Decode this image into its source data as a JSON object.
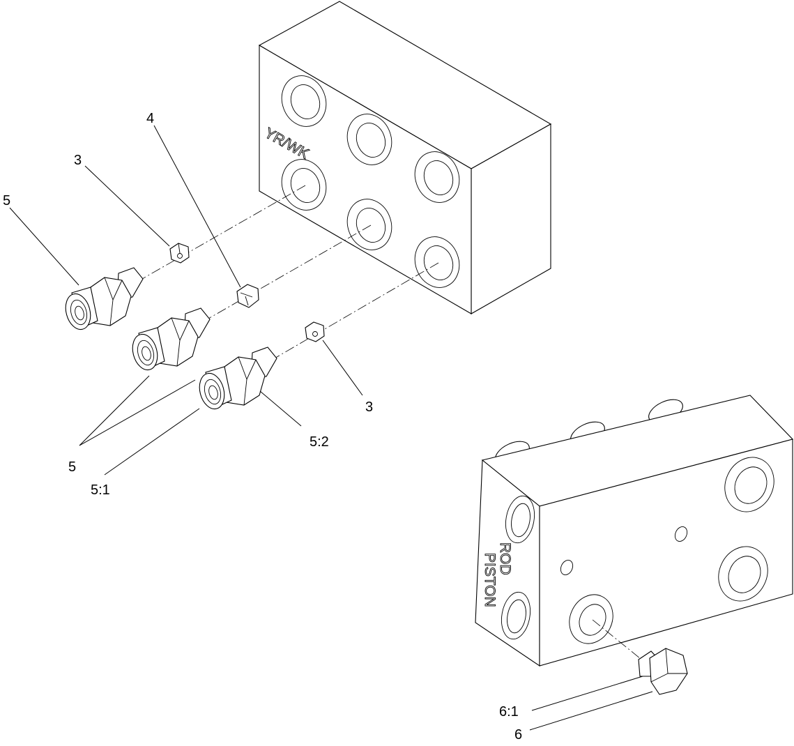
{
  "callouts": {
    "c3_left": "3",
    "c4": "4",
    "c5_top": "5",
    "c3_right": "3",
    "c5_2": "5:2",
    "c5_group": "5",
    "c5_1": "5:1",
    "c6_1": "6:1",
    "c6": "6"
  },
  "markings": {
    "upper_block": "YR/WK",
    "lower_block_line1": "PISTON",
    "lower_block_line2": "ROD"
  },
  "icons": [
    "upper-manifold-block",
    "lower-manifold-block",
    "fitting-5",
    "fitting-5-middle",
    "fitting-5-front",
    "orifice-3",
    "orifice-4",
    "orifice-3-right",
    "plug-6"
  ]
}
